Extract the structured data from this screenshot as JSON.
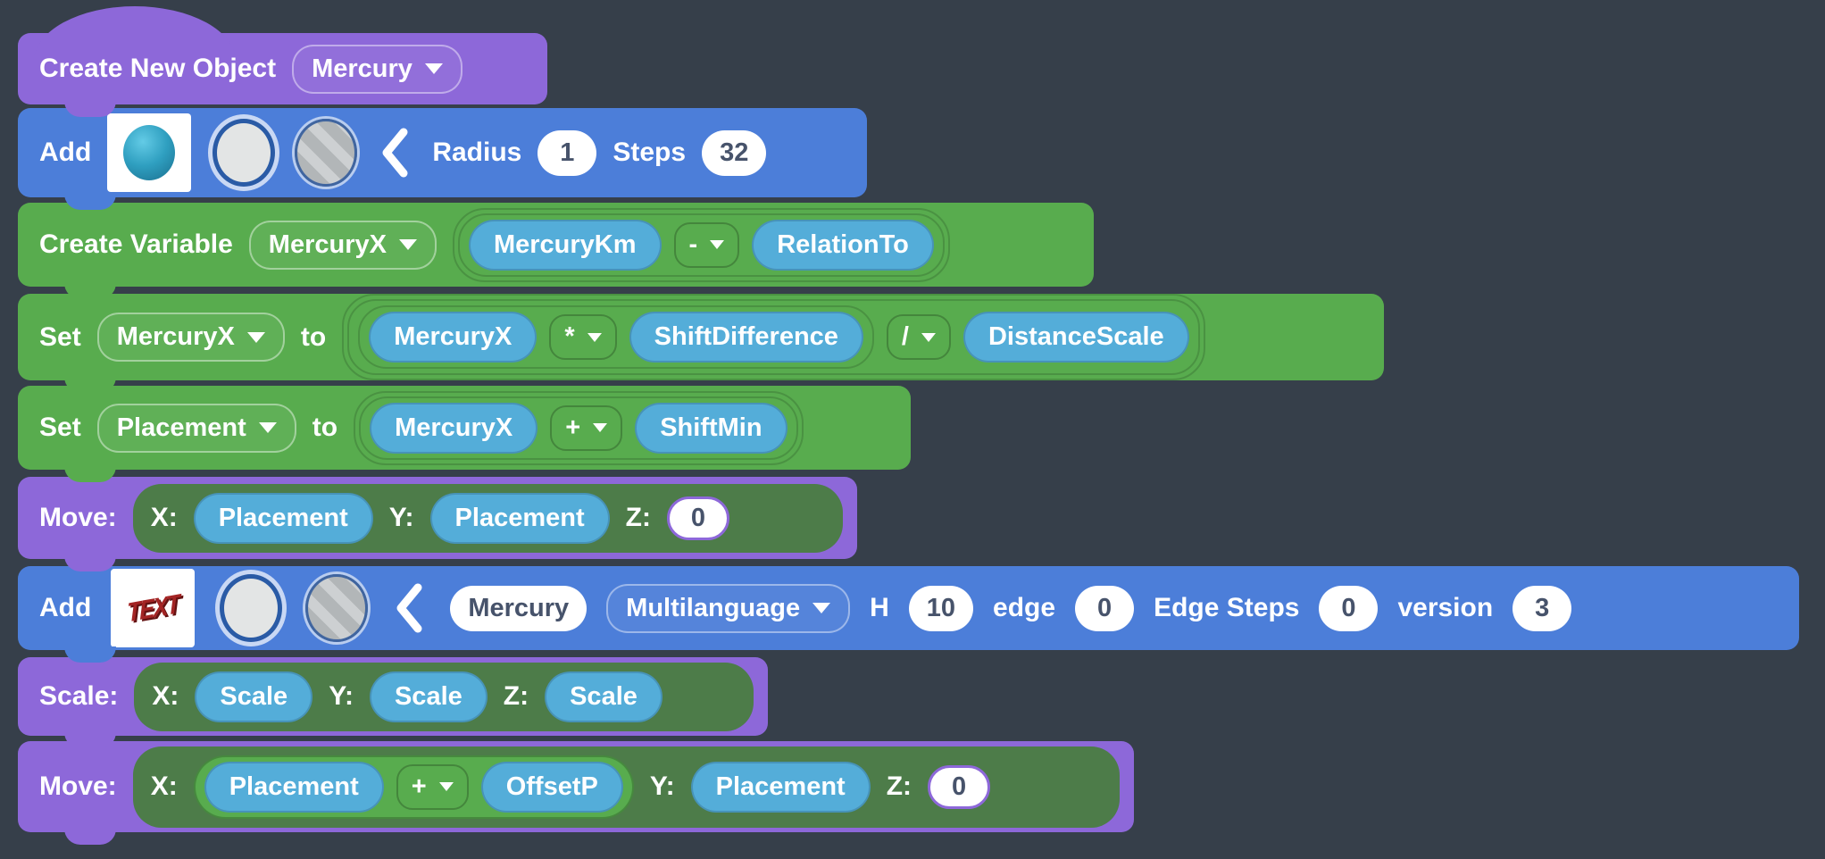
{
  "background_color": "#363f4a",
  "colors": {
    "purple_block": "#8d68d9",
    "blue_block": "#4c7ed9",
    "green_block": "#58ac4e",
    "dark_green_container": "#4d7c49",
    "variable_pill_blue": "#54add9",
    "field_text": "#47536b",
    "white": "#ffffff"
  },
  "blocks": {
    "create_object": {
      "label": "Create New Object",
      "object": "Mercury"
    },
    "add_sphere": {
      "label": "Add",
      "radius_label": "Radius",
      "radius_value": "1",
      "steps_label": "Steps",
      "steps_value": "32"
    },
    "create_variable": {
      "label": "Create Variable",
      "variable": "MercuryX",
      "operand_left": "MercuryKm",
      "operator": "-",
      "operand_right": "RelationTo"
    },
    "set_mercuryx": {
      "label": "Set",
      "variable": "MercuryX",
      "to_label": "to",
      "inner_left": "MercuryX",
      "inner_operator": "*",
      "inner_right": "ShiftDifference",
      "outer_operator": "/",
      "outer_right": "DistanceScale"
    },
    "set_placement": {
      "label": "Set",
      "variable": "Placement",
      "to_label": "to",
      "operand_left": "MercuryX",
      "operator": "+",
      "operand_right": "ShiftMin"
    },
    "move_1": {
      "label": "Move:",
      "x_label": "X:",
      "x_value": "Placement",
      "y_label": "Y:",
      "y_value": "Placement",
      "z_label": "Z:",
      "z_value": "0"
    },
    "add_text": {
      "label": "Add",
      "text_icon": "TEXT",
      "name_value": "Mercury",
      "language": "Multilanguage",
      "h_label": "H",
      "h_value": "10",
      "edge_label": "edge",
      "edge_value": "0",
      "edge_steps_label": "Edge Steps",
      "edge_steps_value": "0",
      "version_label": "version",
      "version_value": "3"
    },
    "scale": {
      "label": "Scale:",
      "x_label": "X:",
      "x_value": "Scale",
      "y_label": "Y:",
      "y_value": "Scale",
      "z_label": "Z:",
      "z_value": "Scale"
    },
    "move_2": {
      "label": "Move:",
      "x_label": "X:",
      "x_left": "Placement",
      "x_operator": "+",
      "x_right": "OffsetP",
      "y_label": "Y:",
      "y_value": "Placement",
      "z_label": "Z:",
      "z_value": "0"
    }
  }
}
